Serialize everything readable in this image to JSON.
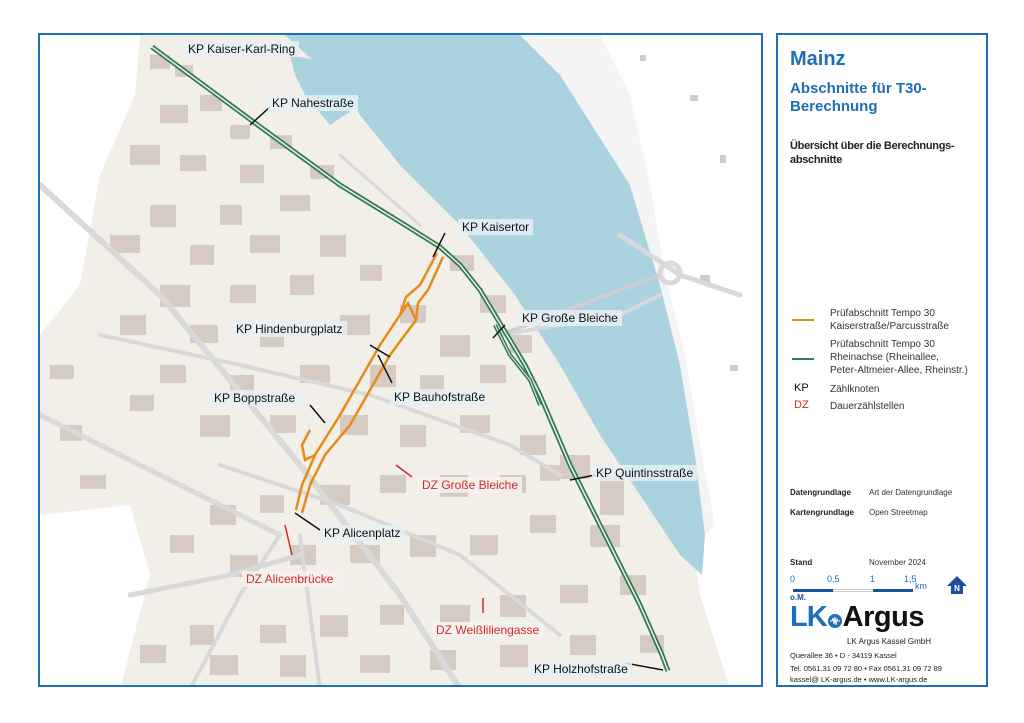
{
  "map": {
    "colors": {
      "water": "#aad3df",
      "building": "#d5cbc2",
      "road": "#d9d9d9",
      "orange_route": "#e88a1a",
      "green_route": "#2e7d4f",
      "frame": "#1f6fb8",
      "dz": "#d6282b"
    },
    "labels": {
      "kp_kaiser_karl_ring": "KP Kaiser-Karl-Ring",
      "kp_nahestrasse": "KP Nahestraße",
      "kp_kaisertor": "KP Kaisertor",
      "kp_grosse_bleiche": "KP Große Bleiche",
      "kp_hindenburgplatz": "KP Hindenburgplatz",
      "kp_bauhofstrasse": "KP Bauhofstraße",
      "kp_boppstrasse": "KP Boppstraße",
      "kp_alicenplatz": "KP Alicenplatz",
      "kp_quintinsstrasse": "KP Quintinsstraße",
      "kp_holzhofstrasse": "KP Holzhofstraße",
      "dz_grosse_bleiche": "DZ Große Bleiche",
      "dz_alicenbruecke": "DZ Alicenbrücke",
      "dz_weissliliengasse": "DZ Weißliliengasse"
    }
  },
  "legend": {
    "title": "Mainz",
    "subtitle": "Abschnitte für T30-Berechnung",
    "description": "Übersicht über die Berechnungs-abschnitte",
    "items": [
      {
        "line1": "Prüfabschnitt Tempo 30",
        "line2": "Kaiserstraße/Parcusstraße",
        "color": "#e88a1a"
      },
      {
        "line1": "Prüfabschnitt Tempo 30",
        "line2": "Rheinachse (Rheinallee,",
        "line3": "Peter-Altmeier-Allee, Rheinstr.)",
        "color": "#2e7d4f"
      }
    ],
    "abbr": [
      {
        "abbr": "KP",
        "label": "Zählknoten",
        "color": "#111111"
      },
      {
        "abbr": "DZ",
        "label": "Dauerzählstellen",
        "color": "#d6282b"
      }
    ],
    "meta": {
      "datengrundlage_label": "Datengrundlage",
      "datengrundlage_value": "Art der Datengrundlage",
      "kartengrundlage_label": "Kartengrundlage",
      "kartengrundlage_value": "Open Streetmap",
      "stand_label": "Stand",
      "stand_value": "November 2024"
    },
    "scale": {
      "ticks": [
        "0",
        "0,5",
        "1",
        "1,5"
      ],
      "unit": "km",
      "note": "o.M."
    },
    "north_label": "N",
    "logo": {
      "lk": "LK",
      "argus": "Argus",
      "company": "LK Argus Kassel GmbH"
    },
    "address": {
      "line1": "Querallee 36  •  D - 34119 Kassel",
      "line2": "Tel. 0561.31 09 72 80  •  Fax 0561.31 09 72 89",
      "line3": "kassel@ LK-argus.de  •  www.LK-argus.de"
    }
  }
}
